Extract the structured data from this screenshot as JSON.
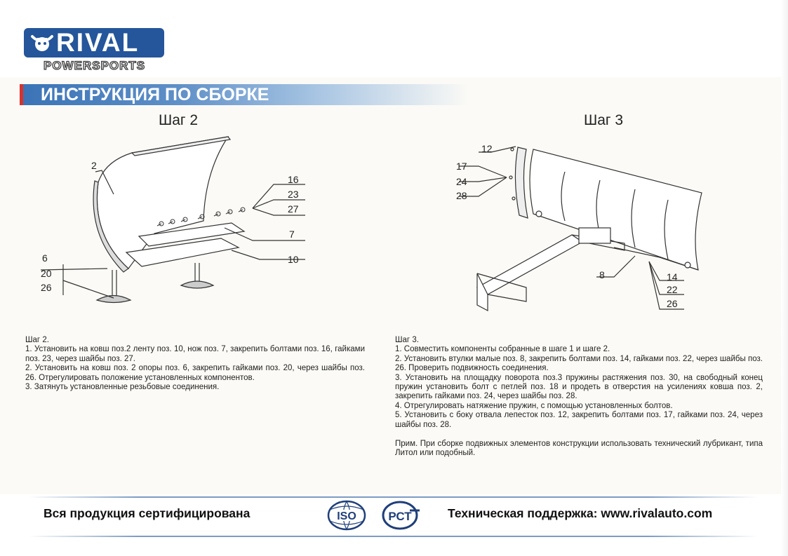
{
  "brand": {
    "name": "RIVAL",
    "sub": "POWERSPORTS"
  },
  "header": {
    "title": "ИНСТРУКЦИЯ ПО СБОРКЕ"
  },
  "step2": {
    "title": "Шаг 2",
    "callouts": [
      "2",
      "16",
      "23",
      "27",
      "7",
      "10",
      "6",
      "20",
      "26"
    ],
    "text": {
      "heading": "Шаг 2.",
      "items": [
        "1. Установить на ковш поз.2 ленту поз. 10, нож поз. 7, закрепить болтами поз. 16, гайками поз. 23, через шайбы поз. 27.",
        "2. Установить на ковш поз. 2 опоры поз. 6, закрепить гайками поз. 20, через шайбы поз. 26. Отрегулировать положение установленных компонентов.",
        "3. Затянуть установленные резьбовые соединения."
      ]
    }
  },
  "step3": {
    "title": "Шаг 3",
    "callouts": [
      "12",
      "17",
      "24",
      "28",
      "8",
      "14",
      "22",
      "26"
    ],
    "text": {
      "heading": "Шаг 3.",
      "items": [
        "1. Совместить компоненты собранные в шаге 1 и шаге 2.",
        "2. Установить втулки малые поз. 8, закрепить болтами поз. 14, гайками поз. 22, через шайбы поз. 26. Проверить подвижность соединения.",
        "3. Установить на площадку поворота поз.3 пружины растяжения поз. 30, на свободный конец пружин установить болт с петлей поз. 18 и продеть в отверстия на усилениях ковша поз. 2, закрепить гайками поз. 24, через шайбы поз. 28.",
        "4. Отрегулировать натяжение пружин, с помощью установленных болтов.",
        "5. Установить с боку отвала лепесток поз. 12, закрепить болтами поз. 17, гайками поз. 24, через шайбы поз. 28."
      ],
      "note": "Прим. При сборке подвижных элементов конструкции использовать технический лубрикант, типа Литол или подобный."
    }
  },
  "footer": {
    "left": "Вся продукция сертифицирована",
    "iso_label": "ISO",
    "gost_label": "РСТ",
    "right": "Техническая поддержка: www.rivalauto.com"
  },
  "colors": {
    "brand_blue": "#25559a",
    "accent_red": "#d9322b",
    "band_blue": "#3a73b6"
  }
}
